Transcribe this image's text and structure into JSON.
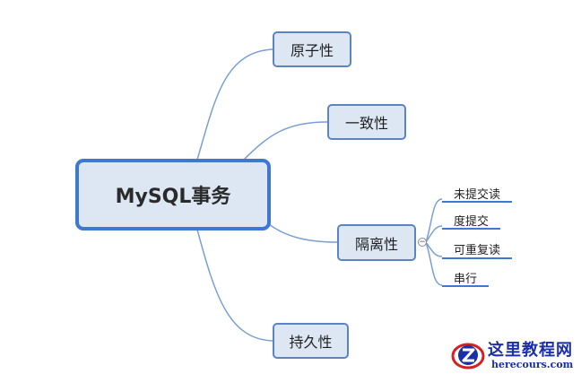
{
  "root": {
    "label": "MySQL事务"
  },
  "children": [
    {
      "label": "原子性"
    },
    {
      "label": "一致性"
    },
    {
      "label": "隔离性"
    },
    {
      "label": "持久性"
    }
  ],
  "isolation_levels": [
    {
      "label": "未提交读"
    },
    {
      "label": "度提交"
    },
    {
      "label": "可重复读"
    },
    {
      "label": "串行"
    }
  ],
  "collapse_symbol": "−",
  "watermark": {
    "title": "这里教程网",
    "url": "herecours.com"
  },
  "colors": {
    "node_fill": "#dde7f4",
    "node_border": "#5a84c2",
    "root_border": "#3f78d0",
    "connector": "#7a9fd6",
    "watermark_blue": "#1a2fa8",
    "watermark_red": "#d42020"
  }
}
